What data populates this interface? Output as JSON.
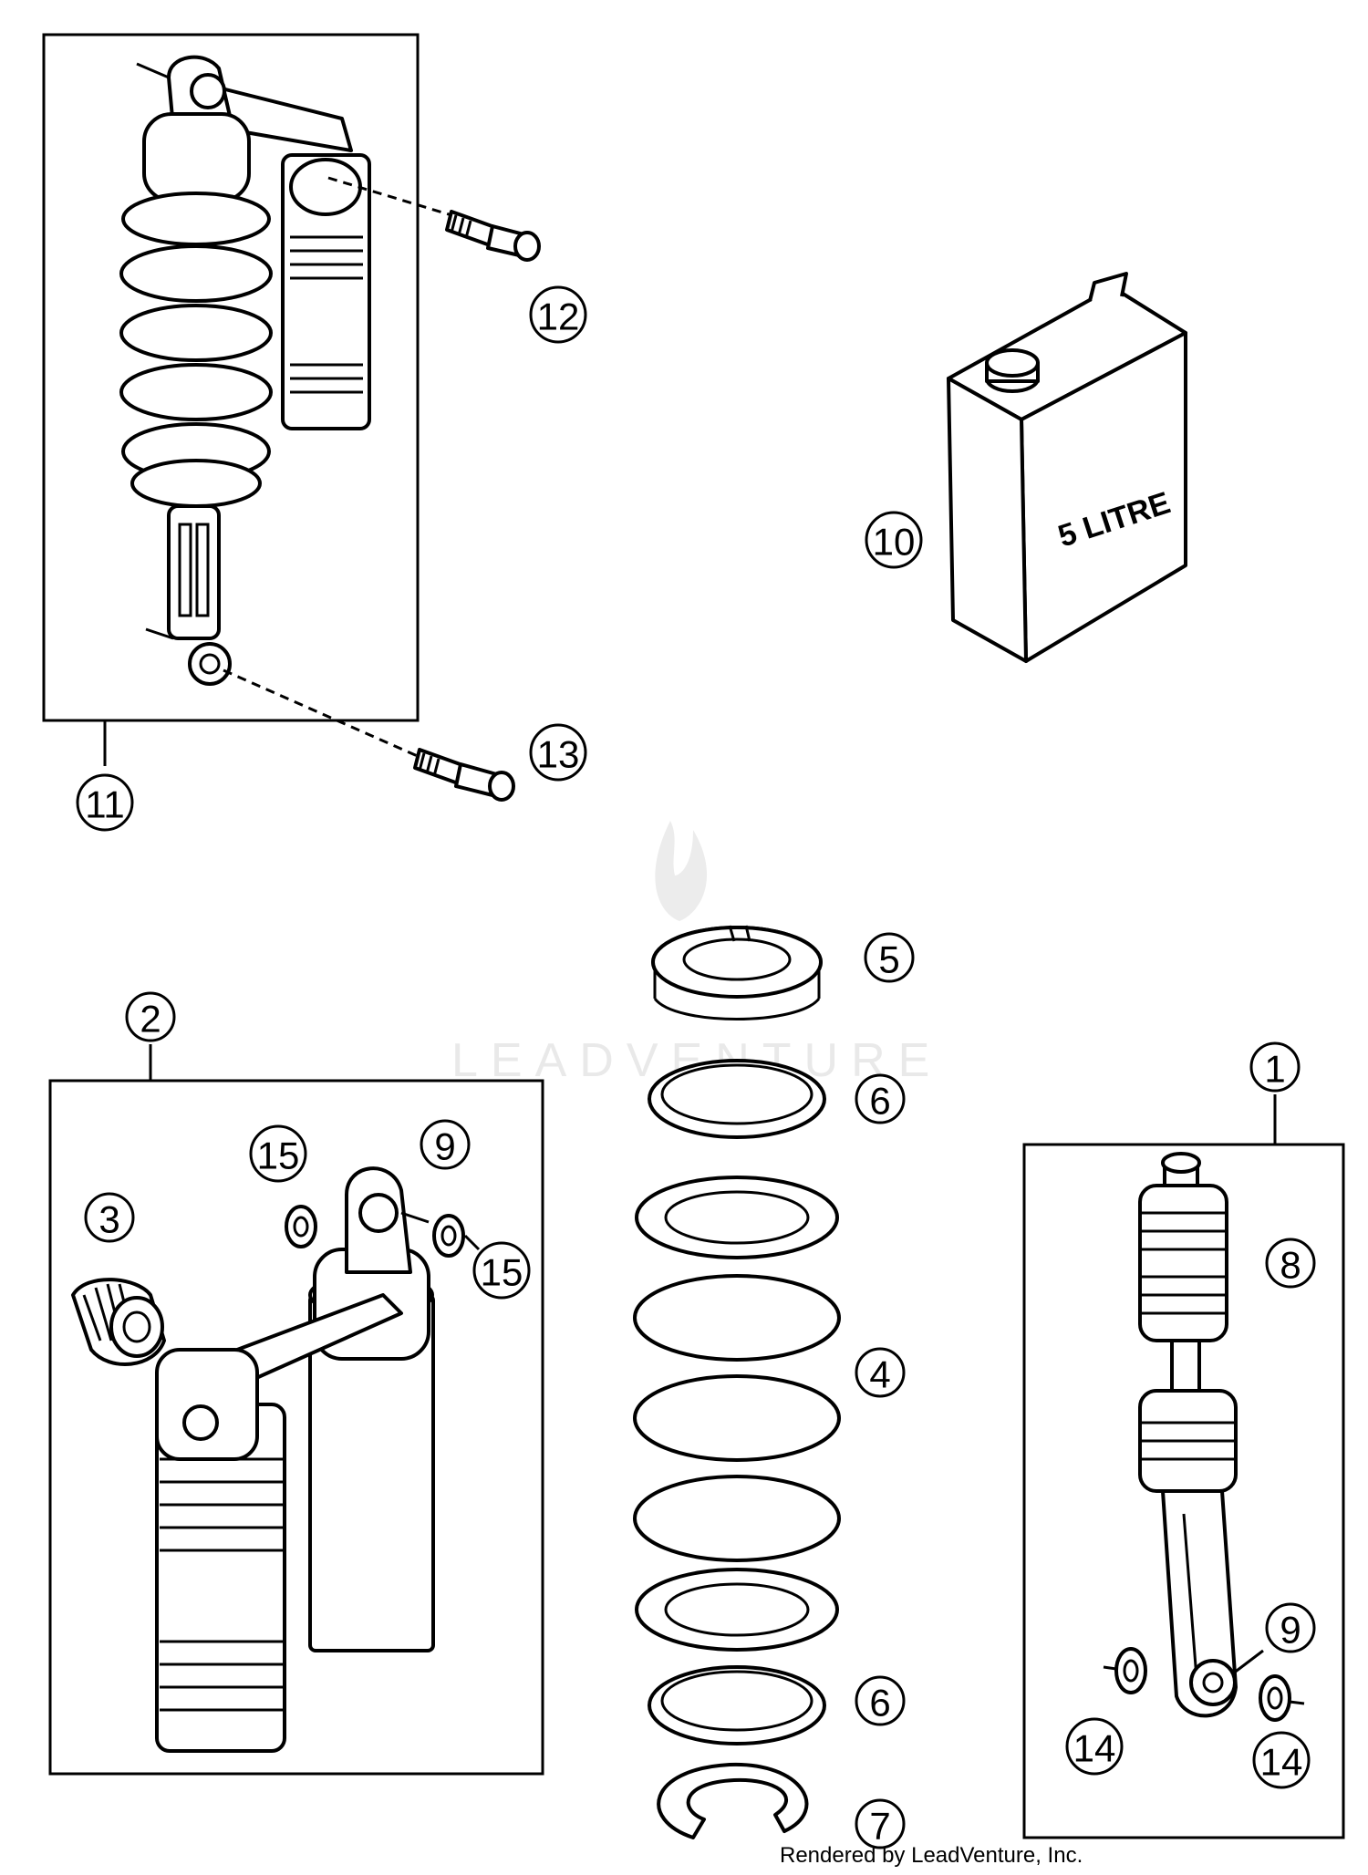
{
  "callouts": {
    "c1": "1",
    "c2": "2",
    "c3": "3",
    "c4": "4",
    "c5": "5",
    "c6a": "6",
    "c6b": "6",
    "c7": "7",
    "c8": "8",
    "c9a": "9",
    "c9b": "9",
    "c10": "10",
    "c11": "11",
    "c12": "12",
    "c13": "13",
    "c14a": "14",
    "c14b": "14",
    "c15a": "15",
    "c15b": "15"
  },
  "oil_can_label": "5 LITRE",
  "watermark": "LEADVENTURE",
  "credit": "Rendered by LeadVenture, Inc."
}
